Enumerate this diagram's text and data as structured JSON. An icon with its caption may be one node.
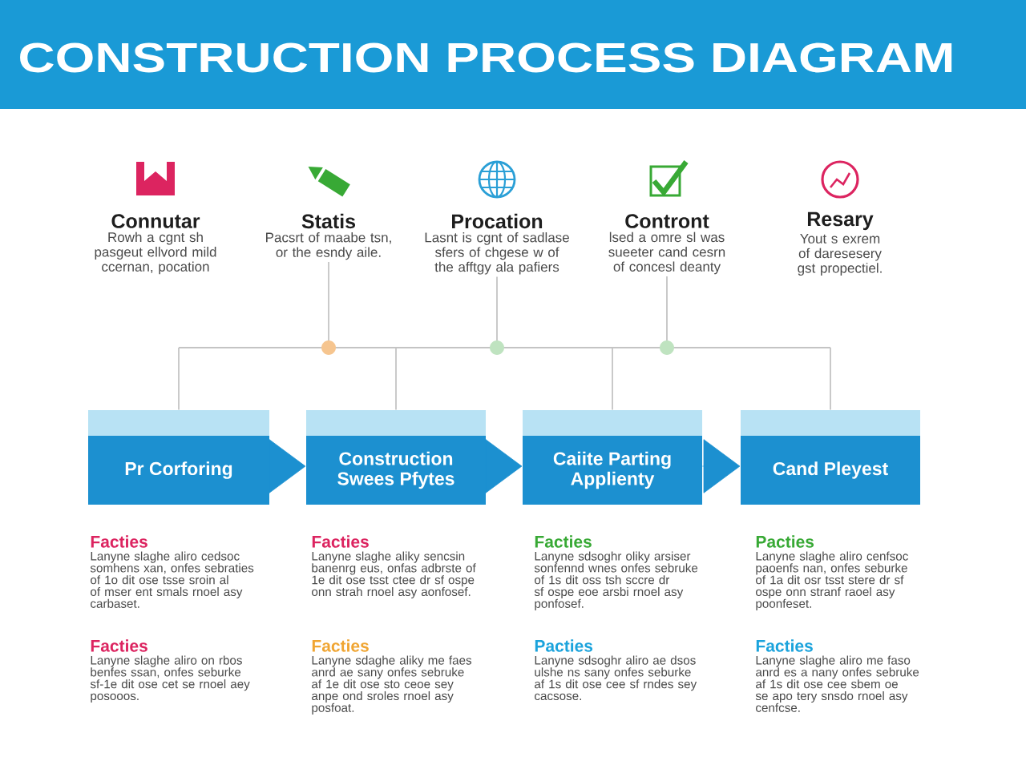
{
  "diagram": {
    "title": "CONSTRUCTION PROCESS DIAGRAM",
    "nodes": [
      {
        "text": [
          "Statis",
          "Pacsrt of maabe tsn, or the esndy aile."
        ]
      },
      {
        "text": [
          "Procation",
          "Lasnt is cgnt of sadlase sfers of chgese w of the afftgy ala pafiers"
        ]
      },
      {
        "text": [
          "Contront",
          "lsed a omre sl was sueeter cand cesrn of concesl deanty"
        ]
      },
      {
        "text": [
          "Pr Corforing"
        ]
      },
      {
        "text": [
          "Construction Swees Pfytes"
        ]
      },
      {
        "text": [
          "Caiite Parting Applienty"
        ]
      },
      {
        "text": [
          "Cand Pleyest"
        ]
      }
    ],
    "edges": [
      {
        "from": 0,
        "to": 3,
        "arrow": "none"
      },
      {
        "from": 0,
        "to": 4,
        "arrow": "none"
      },
      {
        "from": 0,
        "to": 5,
        "arrow": "none"
      },
      {
        "from": 0,
        "to": 6,
        "arrow": "none"
      },
      {
        "from": 1,
        "to": 3,
        "arrow": "none"
      },
      {
        "from": 1,
        "to": 4,
        "arrow": "none"
      },
      {
        "from": 1,
        "to": 5,
        "arrow": "none"
      },
      {
        "from": 1,
        "to": 6,
        "arrow": "none"
      },
      {
        "from": 2,
        "to": 3,
        "arrow": "none"
      },
      {
        "from": 2,
        "to": 4,
        "arrow": "none"
      },
      {
        "from": 2,
        "to": 5,
        "arrow": "none"
      },
      {
        "from": 2,
        "to": 6,
        "arrow": "none"
      },
      {
        "from": 3,
        "to": 4,
        "arrow": "to",
        "color": "#1c90d0"
      },
      {
        "from": 4,
        "to": 5,
        "arrow": "to",
        "color": "#1c90d0"
      },
      {
        "from": 5,
        "to": 6,
        "arrow": "to",
        "color": "#1c90d0"
      }
    ],
    "labels": [
      "Connutar",
      "Rowh a cgnt sh pasgeut ellvord mild ccernan, pocation",
      "Resary",
      "Yout s exrem of daresesery gst propectiel.",
      "Facties",
      "Lanyne slaghe aliro cedsoc somhens xan, onfes sebraties of 1o dit ose tsse sroin al of mser ent smals rnoel asy carbaset.",
      "Facties",
      "Lanyne slaghe aliky sencsin banenrg eus, onfas adbrste of 1e dit ose tsst ctee dr sf ospe onn strah rnoel asy aonfosef.",
      "Facties",
      "Lanyne sdsoghr oliky arsiser sonfennd wnes onfes sebruke of 1s dit oss tsh sccre dr sf ospe eoe arsbi rnoel asy ponfosef.",
      "Pacties",
      "Lanyne slaghe aliro cenfsoc paoenfs nan, onfes seburke of 1a dit osr tsst stere dr sf ospe onn stranf raoel asy poonfeset.",
      "Facties",
      "Lanyne slaghe aliro on rbos benfes ssan, onfes seburke sf-1e dit ose cet se rnoel aey posooos.",
      "Facties",
      "Lanyne sdaghe aliky me faes anrd ae sany onfes sebruke af 1e dit ose sto ceoe sey anpe ond sroles rnoel asy posfoat.",
      "Pacties",
      "Lanyne sdsoghr aliro ae dsos ulshe ns sany onfes seburke af 1s dit ose cee sf rndes sey cacsose.",
      "Facties",
      "Lanyne slaghe aliro me faso anrd es a nany onfes sebruke af 1s dit ose cee sbem oe se apo tery snsdo rnoel asy cenfcse."
    ]
  }
}
